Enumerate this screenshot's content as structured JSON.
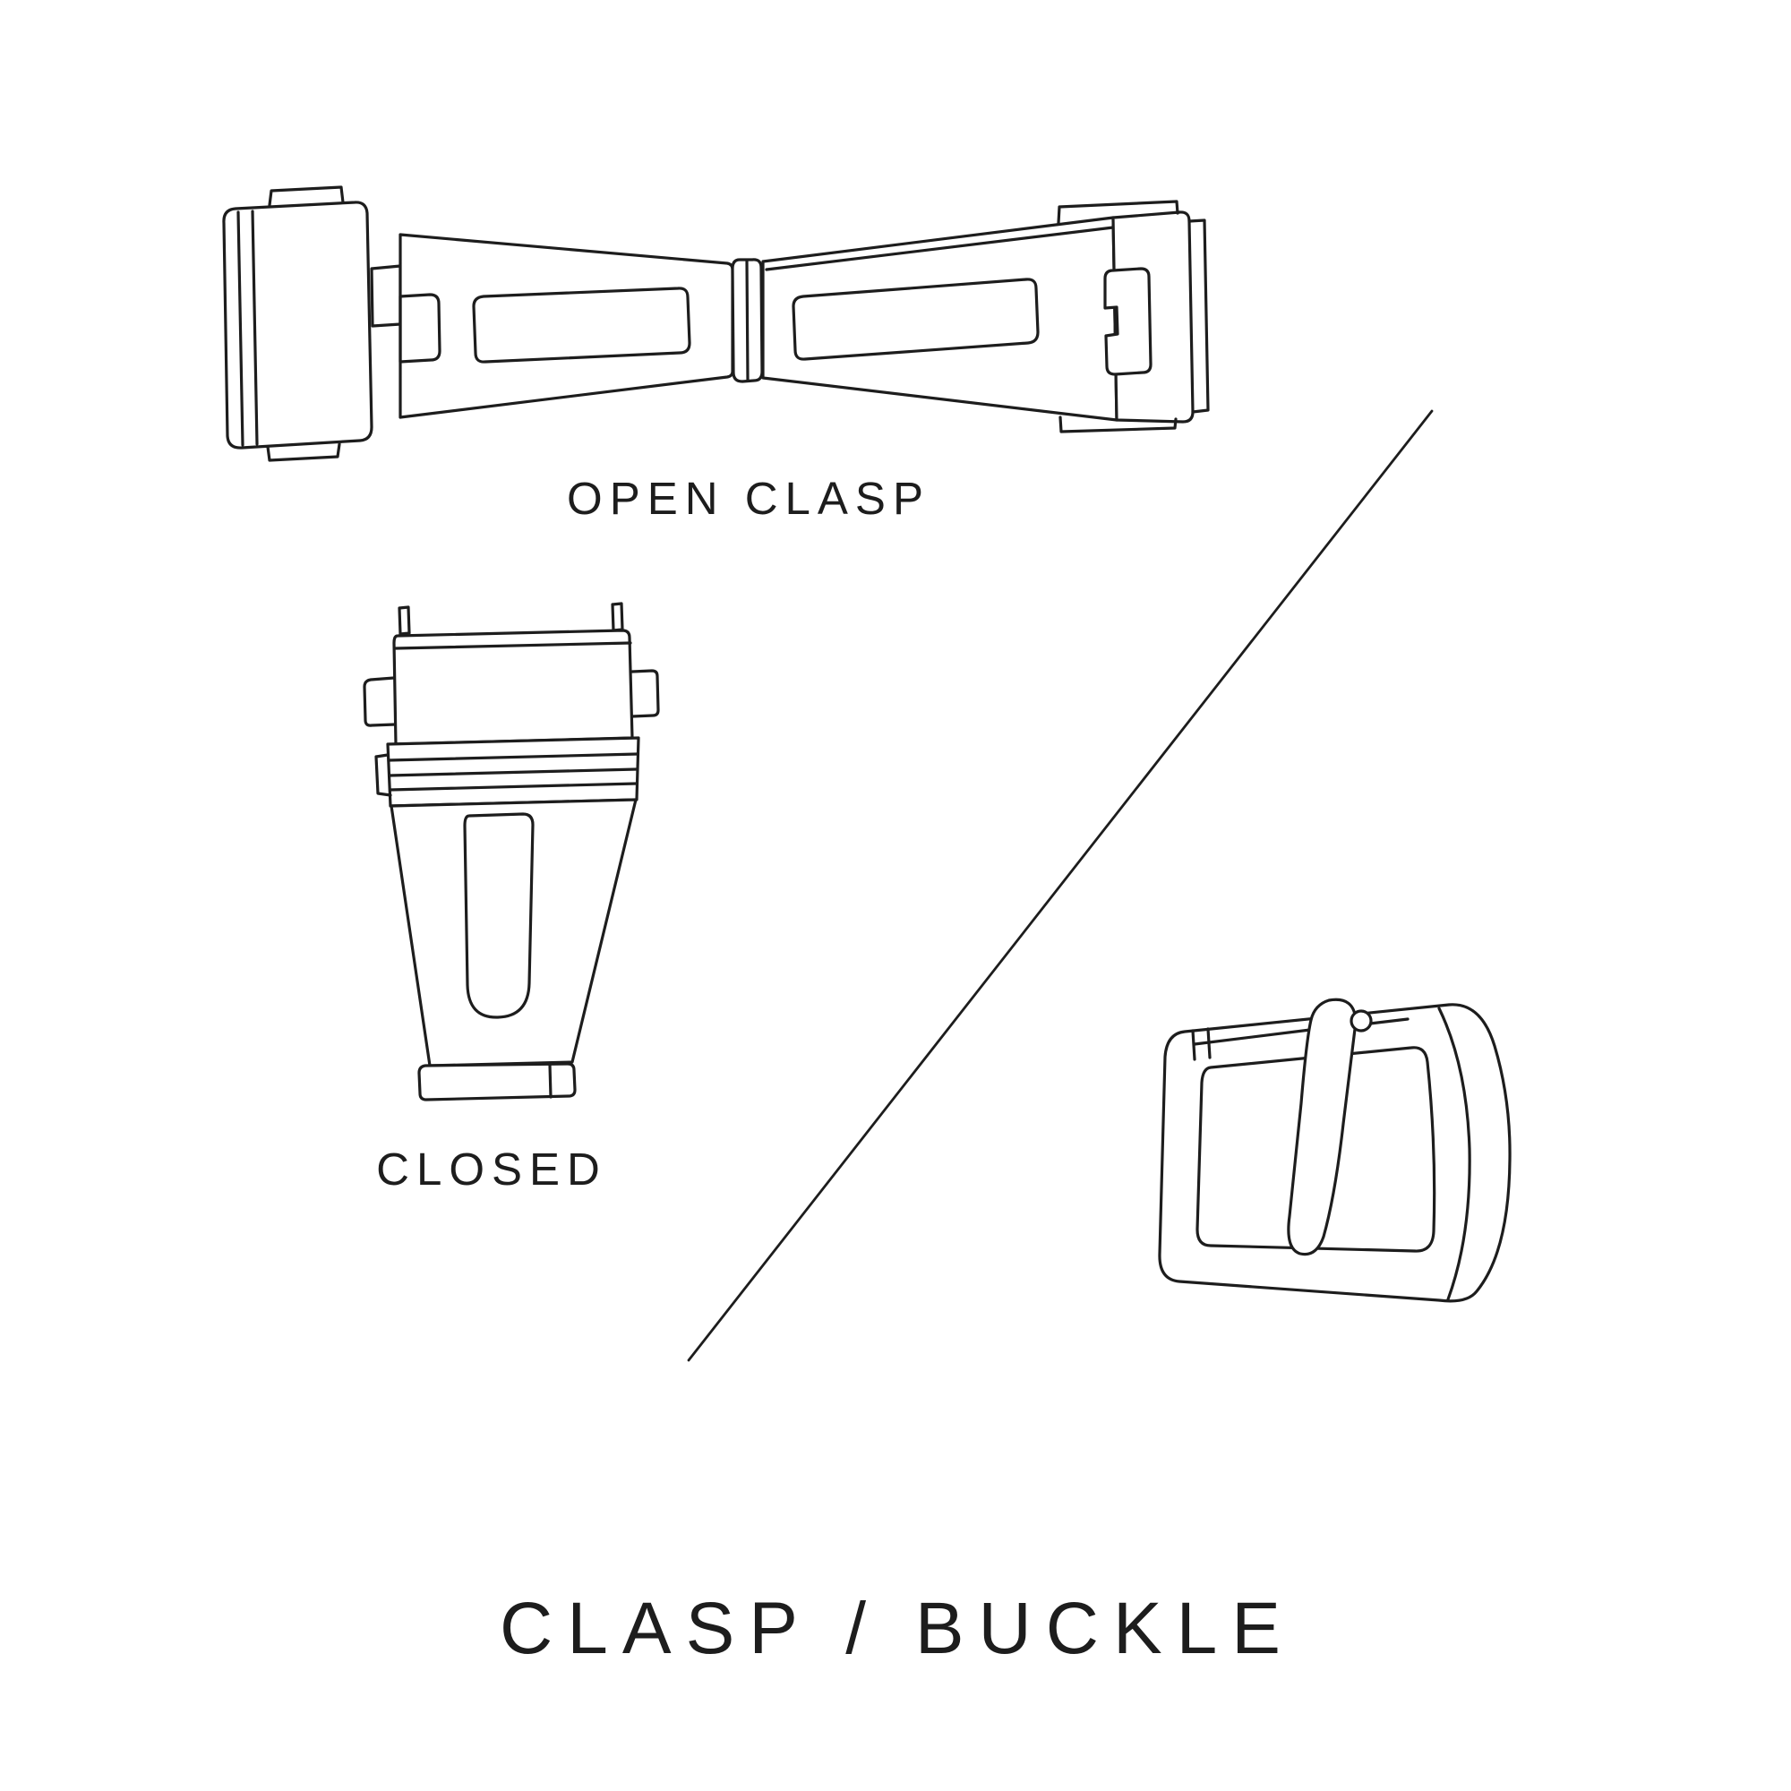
{
  "meta": {
    "background": "#ffffff",
    "ink": "#1d1d1d",
    "description": "Watch strap clasp and buckle line-art diagram"
  },
  "figure": {
    "open_clasp_label": "OPEN CLASP",
    "closed_label": "CLOSED",
    "title": "CLASP / BUCKLE"
  },
  "icons": {
    "open_clasp": "open-deployant-clasp-line-drawing",
    "closed_clasp": "closed-deployant-clasp-line-drawing",
    "buckle": "tang-buckle-line-drawing",
    "divider": "diagonal-divider-line"
  }
}
